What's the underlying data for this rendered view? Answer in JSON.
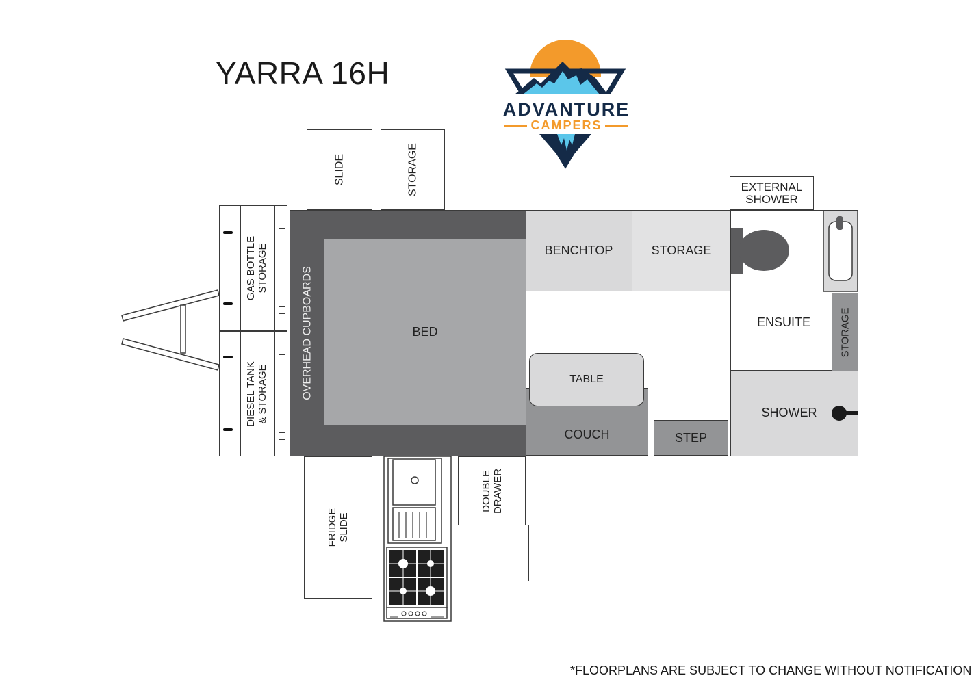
{
  "title": "YARRA 16H",
  "logo": {
    "word1": "ADVANTURE",
    "word2": "CAMPERS",
    "colors": {
      "sun": "#f39a2b",
      "navy": "#142a47",
      "ice": "#5bc6ea"
    }
  },
  "disclaimer": "*FLOORPLANS ARE SUBJECT TO CHANGE WITHOUT NOTIFICATION",
  "labels": {
    "slide": "SLIDE",
    "storage_top": "STORAGE",
    "external_shower": "EXTERNAL\nSHOWER",
    "gas_bottle": "GAS BOTTLE\nSTORAGE",
    "diesel_tank": "DIESEL TANK\n& STORAGE",
    "overhead": "OVERHEAD CUPBOARDS",
    "bed": "BED",
    "benchtop": "BENCHTOP",
    "storage_mid": "STORAGE",
    "ensuite": "ENSUITE",
    "storage_side": "STORAGE",
    "table": "TABLE",
    "couch": "COUCH",
    "step": "STEP",
    "shower": "SHOWER",
    "fridge_slide": "FRIDGE\nSLIDE",
    "double_drawer": "DOUBLE\nDRAWER"
  },
  "colors": {
    "dark": "#5c5c5e",
    "bed": "#a6a7a9",
    "light": "#d9d9da",
    "mid": "#939496",
    "outline": "#3a3a3a"
  }
}
